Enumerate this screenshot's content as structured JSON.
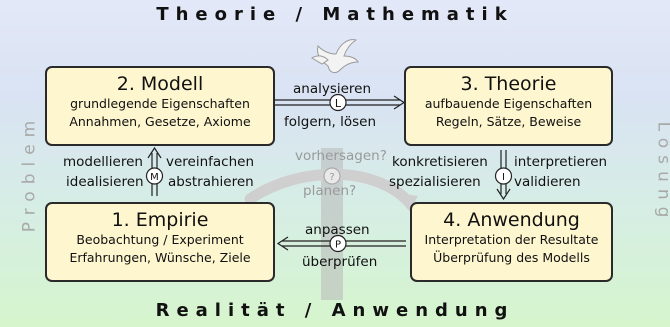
{
  "header_top": "Theorie  /  Mathematik",
  "header_bottom": "Realität  /  Anwendung",
  "side_left": "Problem",
  "side_right": "Lösung",
  "boxes": {
    "modell": {
      "title": "2. Modell",
      "line1": "grundlegende Eigenschaften",
      "line2": "Annahmen, Gesetze, Axiome"
    },
    "theorie": {
      "title": "3. Theorie",
      "line1": "aufbauende Eigenschaften",
      "line2": "Regeln, Sätze, Beweise"
    },
    "empirie": {
      "title": "1. Empirie",
      "line1": "Beobachtung / Experiment",
      "line2": "Erfahrungen, Wünsche, Ziele"
    },
    "anwendung": {
      "title": "4. Anwendung",
      "line1": "Interpretation der Resultate",
      "line2": "Überprüfung des Modells"
    }
  },
  "arrows": {
    "top": {
      "above": "analysieren",
      "below": "folgern, lösen",
      "badge": "L"
    },
    "left": {
      "left1": "modellieren",
      "left2": "idealisieren",
      "right1": "vereinfachen",
      "right2": "abstrahieren",
      "badge": "M"
    },
    "right": {
      "left1": "konkretisieren",
      "left2": "spezialisieren",
      "right1": "interpretieren",
      "right2": "validieren",
      "badge": "I"
    },
    "bottom": {
      "above": "anpassen",
      "below": "überprüfen",
      "badge": "P"
    },
    "diagonal": {
      "above": "vorhersagen?",
      "below": "planen?",
      "badge": "?"
    }
  }
}
